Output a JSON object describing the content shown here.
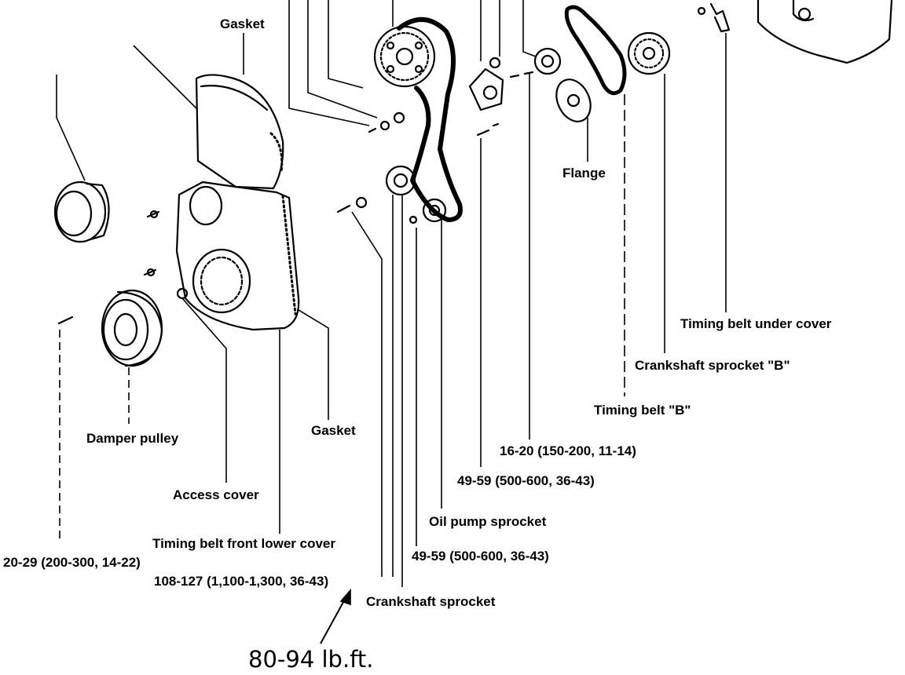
{
  "colors": {
    "ink": "#000000",
    "paper": "#ffffff"
  },
  "labels": {
    "gasket_top": "Gasket",
    "flange": "Flange",
    "timing_belt_under_cover": "Timing belt under cover",
    "crankshaft_sprocket_b": "Crankshaft sprocket \"B\"",
    "timing_belt_b": "Timing belt \"B\"",
    "torque_16_20": "16-20 (150-200, 11-14)",
    "torque_49_59_upper": "49-59 (500-600, 36-43)",
    "oil_pump_sprocket": "Oil pump sprocket",
    "torque_49_59_lower": "49-59 (500-600, 36-43)",
    "crankshaft_sprocket": "Crankshaft sprocket",
    "torque_108_127": "108-127 (1,100-1,300, 36-43)",
    "torque_20_29": "20-29 (200-300, 14-22)",
    "timing_belt_front_lower_cover": "Timing belt front lower cover",
    "access_cover": "Access cover",
    "gasket_bottom": "Gasket",
    "damper_pulley": "Damper pulley",
    "handwritten_torque": "80-94 lb.ft."
  }
}
